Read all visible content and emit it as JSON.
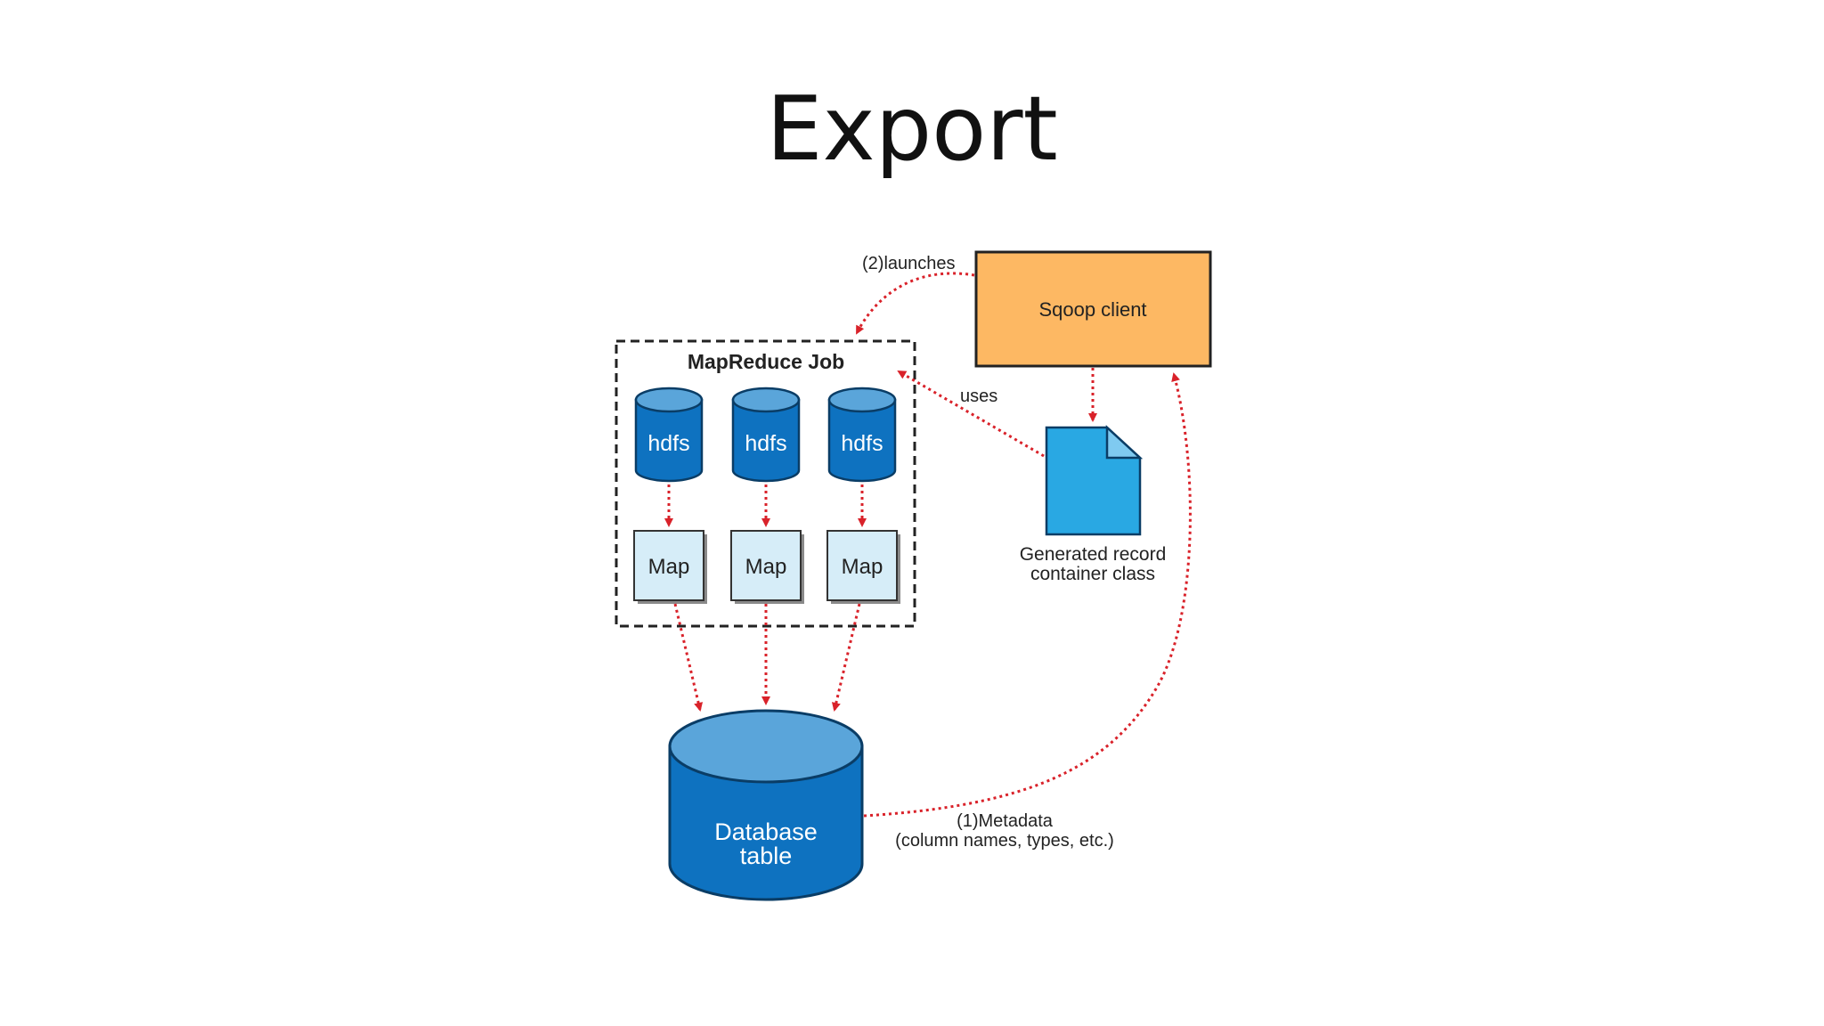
{
  "slide": {
    "title": "Export"
  },
  "diagram": {
    "mapreduce_label": "MapReduce Job",
    "sqoop_client_label": "Sqoop client",
    "hdfs_nodes": [
      "hdfs",
      "hdfs",
      "hdfs"
    ],
    "map_nodes": [
      "Map",
      "Map",
      "Map"
    ],
    "record_class_lines": [
      "Generated record",
      "container class"
    ],
    "database_lines": [
      "Database",
      "table"
    ],
    "edges": {
      "launches": "(2)launches",
      "uses": "uses",
      "metadata_lines": [
        "(1)Metadata",
        "(column names, types, etc.)"
      ]
    },
    "colors": {
      "sqoop_client_fill": "#FDB863",
      "cylinder_fill": "#0E72C0",
      "cylinder_top": "#5AA5DA",
      "map_fill": "#D6EDF8",
      "document_fill": "#29A8E3",
      "arrow": "#D9222A"
    }
  }
}
